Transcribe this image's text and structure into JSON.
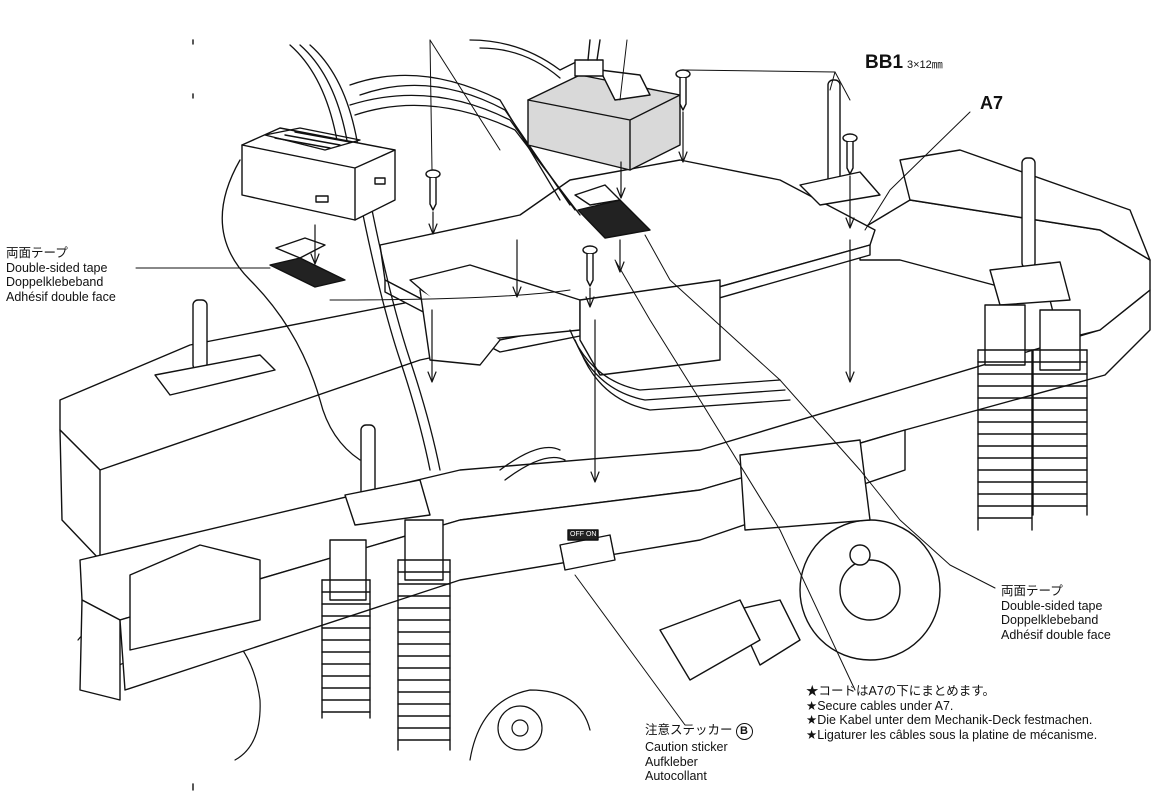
{
  "callouts": {
    "screw": {
      "code": "BB1",
      "size": "3×12㎜"
    },
    "part": {
      "code": "A7"
    }
  },
  "tape_left": {
    "ja": "両面テープ",
    "en": "Double-sided tape",
    "de": "Doppelklebeband",
    "fr": "Adhésif double face"
  },
  "tape_right": {
    "ja": "両面テープ",
    "en": "Double-sided tape",
    "de": "Doppelklebeband",
    "fr": "Adhésif double face"
  },
  "caution_sticker": {
    "ja": "注意ステッカー",
    "badge": "B",
    "en": "Caution sticker",
    "de": "Aufkleber",
    "fr": "Autocollant"
  },
  "notes": [
    "★コードはA7の下にまとめます。",
    "★Secure cables under A7.",
    "★Die Kabel unter dem Mechanik-Deck festmachen.",
    "★Ligaturer les câbles sous la platine de mécanisme."
  ],
  "switch_labels": {
    "off": "OFF",
    "on": "ON"
  }
}
